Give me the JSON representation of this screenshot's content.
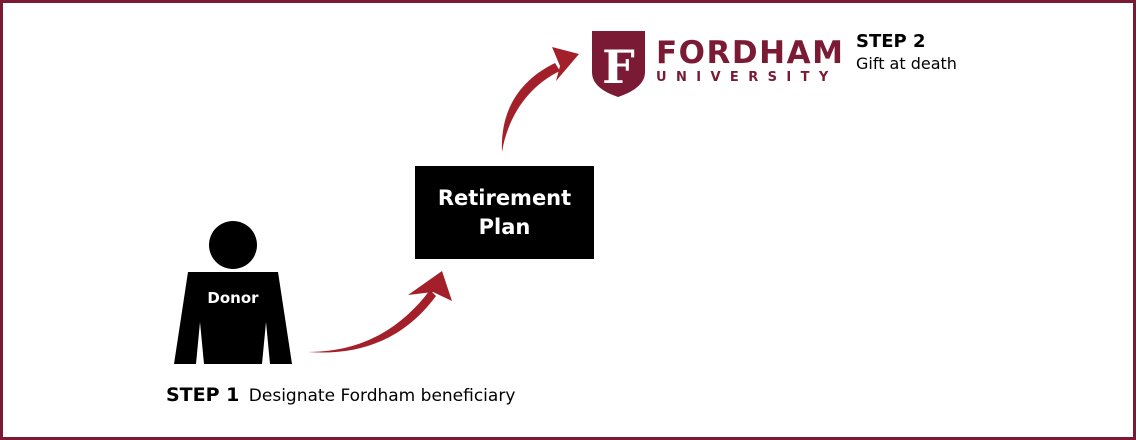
{
  "colors": {
    "brand": "#7b1a34",
    "arrow": "#a3202a",
    "box": "#000000",
    "text": "#000000"
  },
  "logo": {
    "icon": "fordham-shield-icon",
    "wordmark_line1": "FORDHAM",
    "wordmark_line2": "UNIVERSITY"
  },
  "donor": {
    "icon": "person-silhouette-icon",
    "label": "Donor"
  },
  "retirement_plan": {
    "line1": "Retirement",
    "line2": "Plan"
  },
  "steps": [
    {
      "number": "STEP 1",
      "description": "Designate Fordham beneficiary"
    },
    {
      "number": "STEP 2",
      "description": "Gift at death"
    }
  ],
  "arrows": [
    {
      "icon": "curved-arrow-icon",
      "from": "donor",
      "to": "retirement_plan"
    },
    {
      "icon": "curved-arrow-icon",
      "from": "retirement_plan",
      "to": "fordham"
    }
  ]
}
